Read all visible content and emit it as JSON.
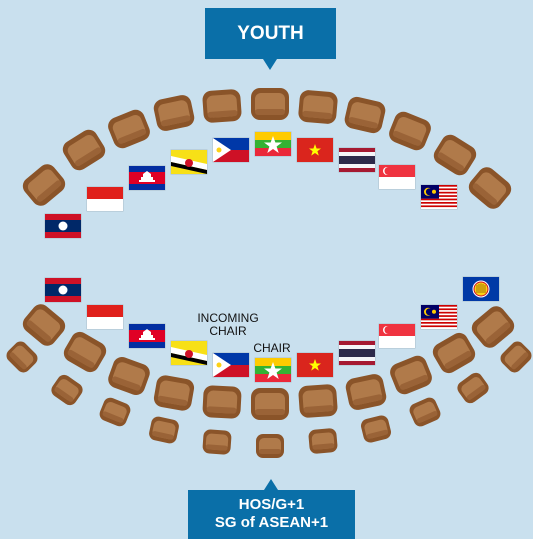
{
  "boxes": {
    "top_label": "YOUTH",
    "bottom_label_line1": "HOS/G+1",
    "bottom_label_line2": "SG of ASEAN+1"
  },
  "annotations": {
    "incoming_chair_line1": "INCOMING",
    "incoming_chair_line2": "CHAIR",
    "chair": "CHAIR"
  },
  "colors": {
    "background": "#c9e0ee",
    "label_box": "#0a6fa8",
    "seat": "#a06a3c"
  },
  "top_row_flags": [
    "laos",
    "indonesia",
    "cambodia",
    "brunei",
    "philippines",
    "myanmar",
    "vietnam",
    "thailand",
    "singapore",
    "malaysia"
  ],
  "bottom_row_flags": [
    "laos",
    "indonesia",
    "cambodia",
    "brunei",
    "philippines",
    "myanmar",
    "vietnam",
    "thailand",
    "singapore",
    "malaysia",
    "asean"
  ]
}
